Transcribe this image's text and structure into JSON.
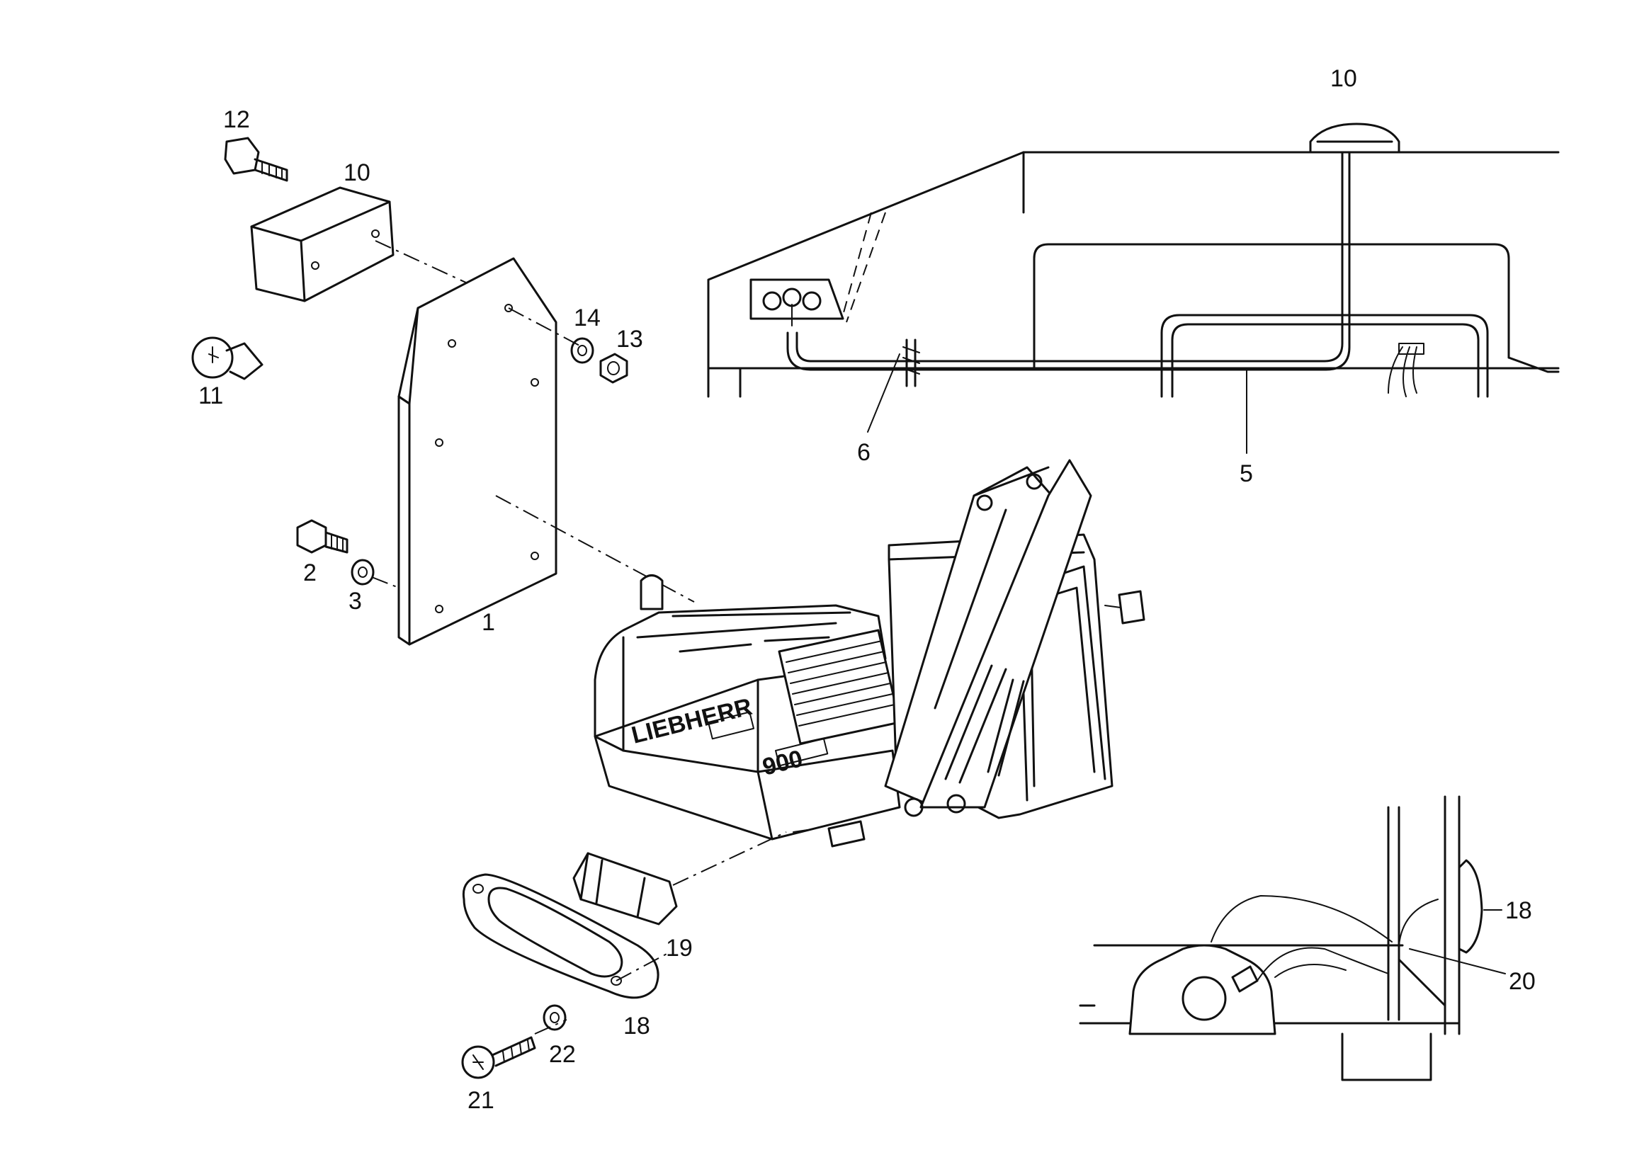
{
  "callouts": {
    "c1": "1",
    "c2": "2",
    "c3": "3",
    "c5": "5",
    "c6": "6",
    "c10a": "10",
    "c10b": "10",
    "c11": "11",
    "c12": "12",
    "c13": "13",
    "c14": "14",
    "c18a": "18",
    "c18b": "18",
    "c19": "19",
    "c20": "20",
    "c21": "21",
    "c22": "22"
  },
  "machine": {
    "brand": "LIEBHERR",
    "model": "900"
  }
}
